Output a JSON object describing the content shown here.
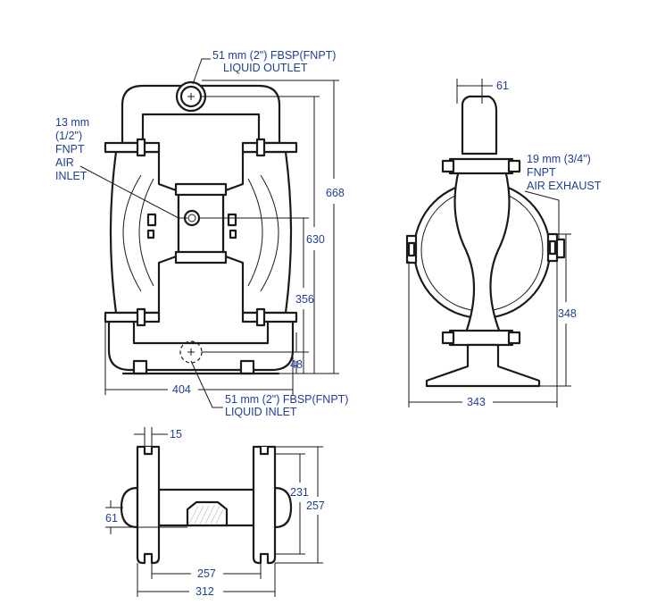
{
  "labels": {
    "outlet_size": "51 mm (2\") FBSP(FNPT)",
    "outlet_name": "LIQUID OUTLET",
    "air_inlet_size_1": "13 mm",
    "air_inlet_size_2": "(1/2\")",
    "air_inlet_type": "FNPT",
    "air_inlet_name_1": "AIR",
    "air_inlet_name_2": "INLET",
    "inlet_size": "51 mm (2\") FBSP(FNPT)",
    "inlet_name": "LIQUID INLET",
    "exhaust_size": "19 mm (3/4\")",
    "exhaust_type": "FNPT",
    "exhaust_name": "AIR EXHAUST"
  },
  "dimensions": {
    "front_total_height": "668",
    "front_outlet_height": "630",
    "front_air_inlet_height": "356",
    "front_inlet_height": "48",
    "front_width": "404",
    "side_outlet_offset": "61",
    "side_exhaust_height": "348",
    "side_width": "343",
    "top_bolt_slot": "15",
    "top_offset": "61",
    "top_inner_depth": "231",
    "top_outer_depth": "257",
    "top_inner_width": "257",
    "top_outer_width": "312"
  },
  "colors": {
    "line": "#1a1a1a",
    "label": "#1f3f95"
  }
}
